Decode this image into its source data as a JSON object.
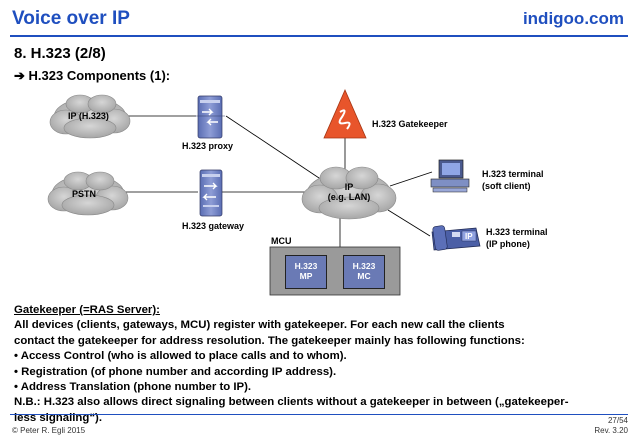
{
  "header": {
    "title": "Voice over IP",
    "logo": "indigoo.com"
  },
  "slide": {
    "section_title": "8. H.323 (2/8)",
    "subtitle_arrow": "➔",
    "subtitle": "H.323 Components (1):"
  },
  "diagram": {
    "clouds": {
      "ip_h323": "IP (H.323)",
      "pstn": "PSTN",
      "lan_line1": "IP",
      "lan_line2": "(e.g. LAN)"
    },
    "labels": {
      "proxy": "H.323 proxy",
      "gateway": "H.323 gateway",
      "gatekeeper": "H.323 Gatekeeper",
      "mcu": "MCU",
      "terminal_soft_line1": "H.323 terminal",
      "terminal_soft_line2": "(soft client)",
      "terminal_ip_line1": "H.323 terminal",
      "terminal_ip_line2": "(IP phone)",
      "phone_badge": "IP"
    },
    "mcu_boxes": {
      "mp_line1": "H.323",
      "mp_line2": "MP",
      "mc_line1": "H.323",
      "mc_line2": "MC"
    },
    "icons": [
      "cloud-icon",
      "proxy-server-icon",
      "gateway-server-icon",
      "gatekeeper-icon",
      "computer-icon",
      "ip-phone-icon"
    ],
    "colors": {
      "accent": "#1f4fbf",
      "cloud": "#b3b3b3",
      "device": "#7384c4",
      "gatekeeper": "#e8552b",
      "mcu_box": "#9a9a9a",
      "mcu_sub": "#6a7ab5"
    }
  },
  "body": {
    "heading": "Gatekeeper (=RAS Server):",
    "lines": [
      "All devices (clients, gateways, MCU) register with gatekeeper. For each new call the clients",
      "contact the gatekeeper for address resolution. The gatekeeper mainly has following functions:",
      "• Access Control (who is allowed to place calls and to whom).",
      "• Registration (of phone number and according IP address).",
      "• Address Translation (phone number to IP).",
      "N.B.: H.323 also allows direct signaling between clients without a gatekeeper in between („gatekeeper-",
      "less signaling“)."
    ]
  },
  "footer": {
    "copyright": "© Peter R. Egli 2015",
    "page": "27/54",
    "revision": "Rev. 3.20"
  }
}
